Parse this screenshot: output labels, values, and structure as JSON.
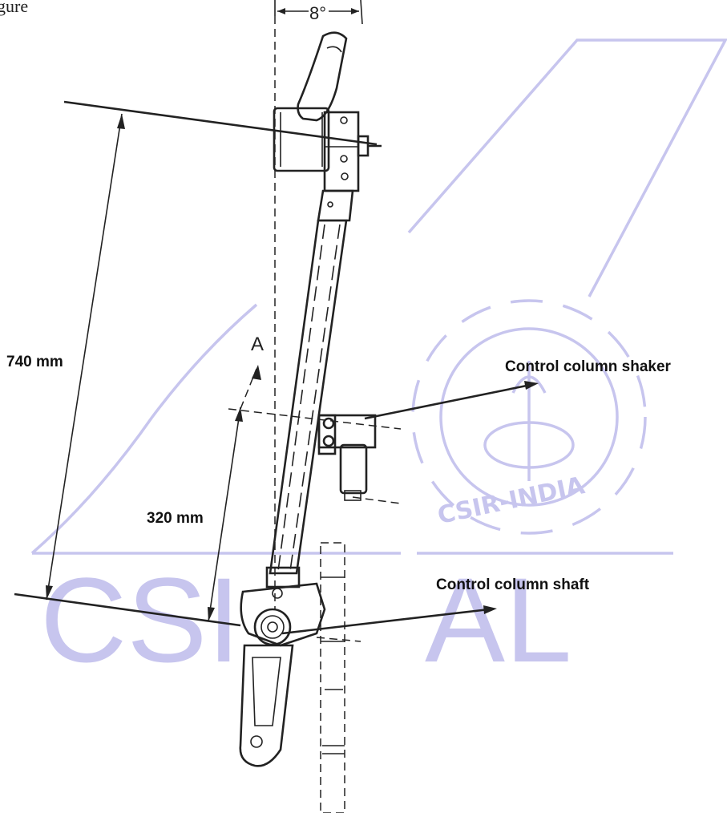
{
  "diagram": {
    "caption_fragment": "gure",
    "angle_label": "8°",
    "section_label": "A",
    "dimensions": {
      "overall": "740 mm",
      "shaker_height": "320 mm"
    },
    "callouts": {
      "shaker": "Control column shaker",
      "shaft": "Control column shaft"
    }
  },
  "watermark": {
    "text_left": "CSI",
    "text_right": "AL",
    "seal_text": "CSIR-INDIA",
    "color": "#c7c5ee"
  },
  "colors": {
    "ink": "#222222",
    "label": "#111111"
  }
}
